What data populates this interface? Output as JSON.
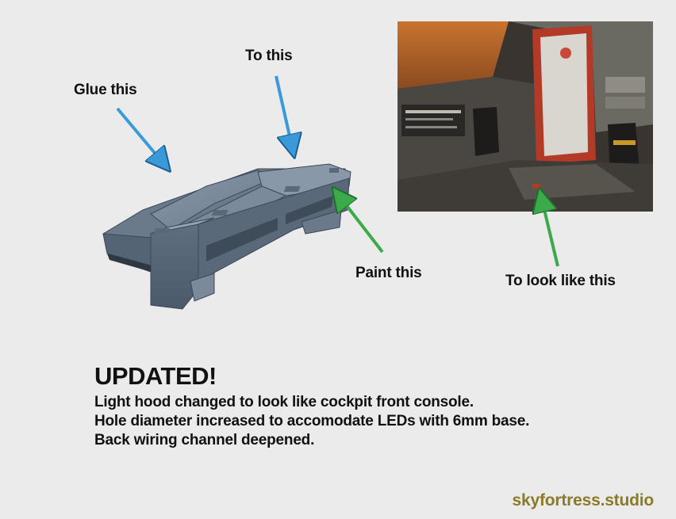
{
  "labels": {
    "glue": "Glue this",
    "to": "To this",
    "paint": "Paint this",
    "look": "To look like this"
  },
  "update": {
    "title": "UPDATED!",
    "lines": [
      "Light hood changed to look like cockpit front console.",
      "Hole diameter increased to accomodate LEDs with 6mm base.",
      "Back wiring channel deepened."
    ]
  },
  "brand": {
    "text": "skyfortress.studio",
    "color": "#8a7a2a"
  },
  "colors": {
    "blue_arrow": "#3a9ad9",
    "green_arrow": "#3aaa4a",
    "part": "#6f7f90"
  }
}
